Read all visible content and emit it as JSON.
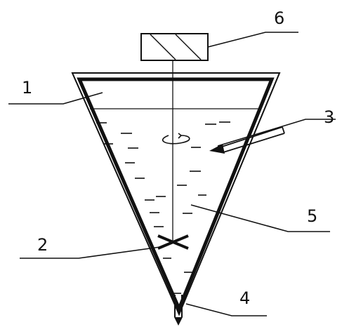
{
  "labels": {
    "l1": "1",
    "l2": "2",
    "l3": "3",
    "l4": "4",
    "l5": "5",
    "l6": "6"
  },
  "colors": {
    "ink": "#111111",
    "background": "#ffffff"
  }
}
